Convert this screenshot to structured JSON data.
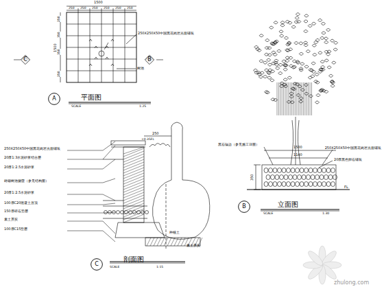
{
  "diagram": {
    "nodes": [
      {
        "text": [
          "C"
        ]
      },
      {
        "text": [
          "B"
        ]
      },
      {
        "text": [
          "A"
        ]
      },
      {
        "text": [
          "B"
        ]
      },
      {
        "text": [
          "C"
        ]
      }
    ],
    "labels": [
      "1500",
      "250",
      "250",
      "250",
      "250",
      "250",
      "250",
      "1500",
      "250",
      "350",
      "350",
      "250",
      "250X250X50中国黑花岗岩光面铺装",
      "树池",
      "平面图",
      "SCALE",
      "1:25",
      "1500",
      "1140",
      "350",
      "FL",
      "黑石镶边（参见施工详图）",
      "250X250X50中国黑花岗岩光面铺装",
      "20厚黑色卵石铺装",
      "立面图",
      "SCALE",
      "1:30",
      "250X250X50中国黑花岗岩光面铺装",
      "20厚1:3水泥砂浆结合层",
      "20厚1:2.5水泥砂浆",
      "砖砌树池侧壁（参见结构图）",
      "20厚1:2.5水泥砂浆",
      "100厚C20混凝土压顶",
      "150厚碎石垫层",
      "素土夯实",
      "100厚C15垫层",
      "250",
      "+0.35FL",
      "种植土",
      "素土夯实",
      "剖面图",
      "SCALE",
      "1:15",
      "zhulong.com"
    ]
  }
}
